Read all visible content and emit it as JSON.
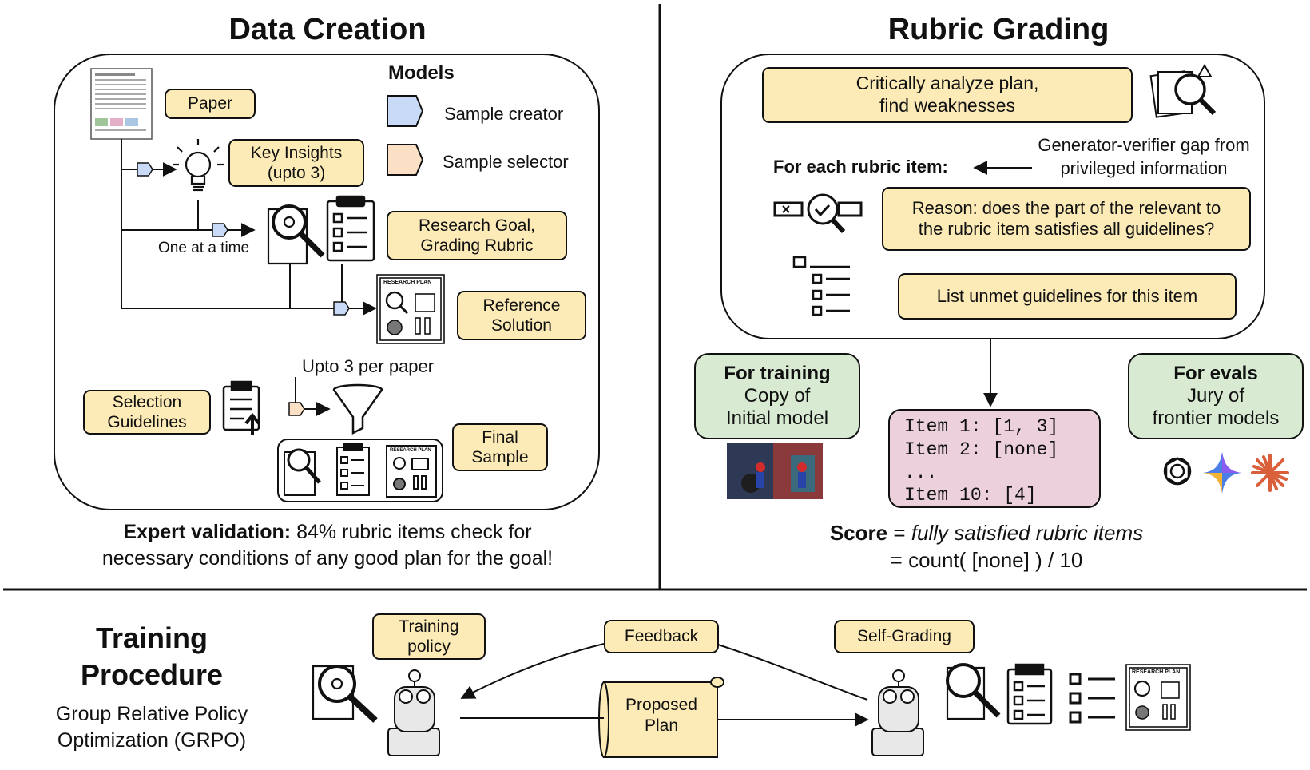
{
  "sections": {
    "data_creation": "Data Creation",
    "rubric_grading": "Rubric Grading",
    "training_title": "Training\nProcedure",
    "training_subtitle": "Group Relative Policy\nOptimization (GRPO)"
  },
  "data_creation": {
    "models_title": "Models",
    "legend": [
      {
        "label": "Sample creator",
        "color": "#c9daf6"
      },
      {
        "label": "Sample selector",
        "color": "#fbe0c6"
      }
    ],
    "paper": "Paper",
    "key_insights": "Key Insights\n(upto 3)",
    "one_at_a_time": "One at a time",
    "research_goal": "Research Goal,\nGrading Rubric",
    "reference_solution": "Reference\nSolution",
    "upto_3": "Upto 3 per paper",
    "selection_guidelines": "Selection\nGuidelines",
    "final_sample": "Final\nSample",
    "research_plan_label": "RESEARCH PLAN",
    "validation_bold": "Expert validation:",
    "validation_rest": " 84% rubric items check for",
    "validation_line2": "necessary conditions of any good plan for the goal!"
  },
  "rubric_grading": {
    "analyze": "Critically analyze plan,\nfind weaknesses",
    "for_each": "For each rubric item:",
    "gap_note": "Generator-verifier gap from\nprivileged information",
    "reason": "Reason: does the part of the relevant to\nthe rubric item satisfies all guidelines?",
    "list_unmet": "List unmet guidelines for this item",
    "for_training_bold": "For training",
    "for_training_text": "Copy of\nInitial model",
    "for_evals_bold": "For evals",
    "for_evals_text": "Jury of\nfrontier models",
    "items": [
      "Item 1: [1, 3]",
      "Item 2: [none]",
      "...",
      "Item 10: [4]"
    ],
    "score_bold": "Score",
    "score_rest": " = ",
    "score_italic": "fully satisfied rubric items",
    "score_line2": "= count( [none] ) / 10"
  },
  "training": {
    "training_policy": "Training\npolicy",
    "feedback": "Feedback",
    "proposed_plan": "Proposed\nPlan",
    "self_grading": "Self-Grading"
  },
  "colors": {
    "yellow_box": "#fcebb7",
    "green_box": "#d8ead2",
    "pink_box": "#ecd0dc",
    "creator": "#c9daf6",
    "selector": "#fbe0c6"
  }
}
